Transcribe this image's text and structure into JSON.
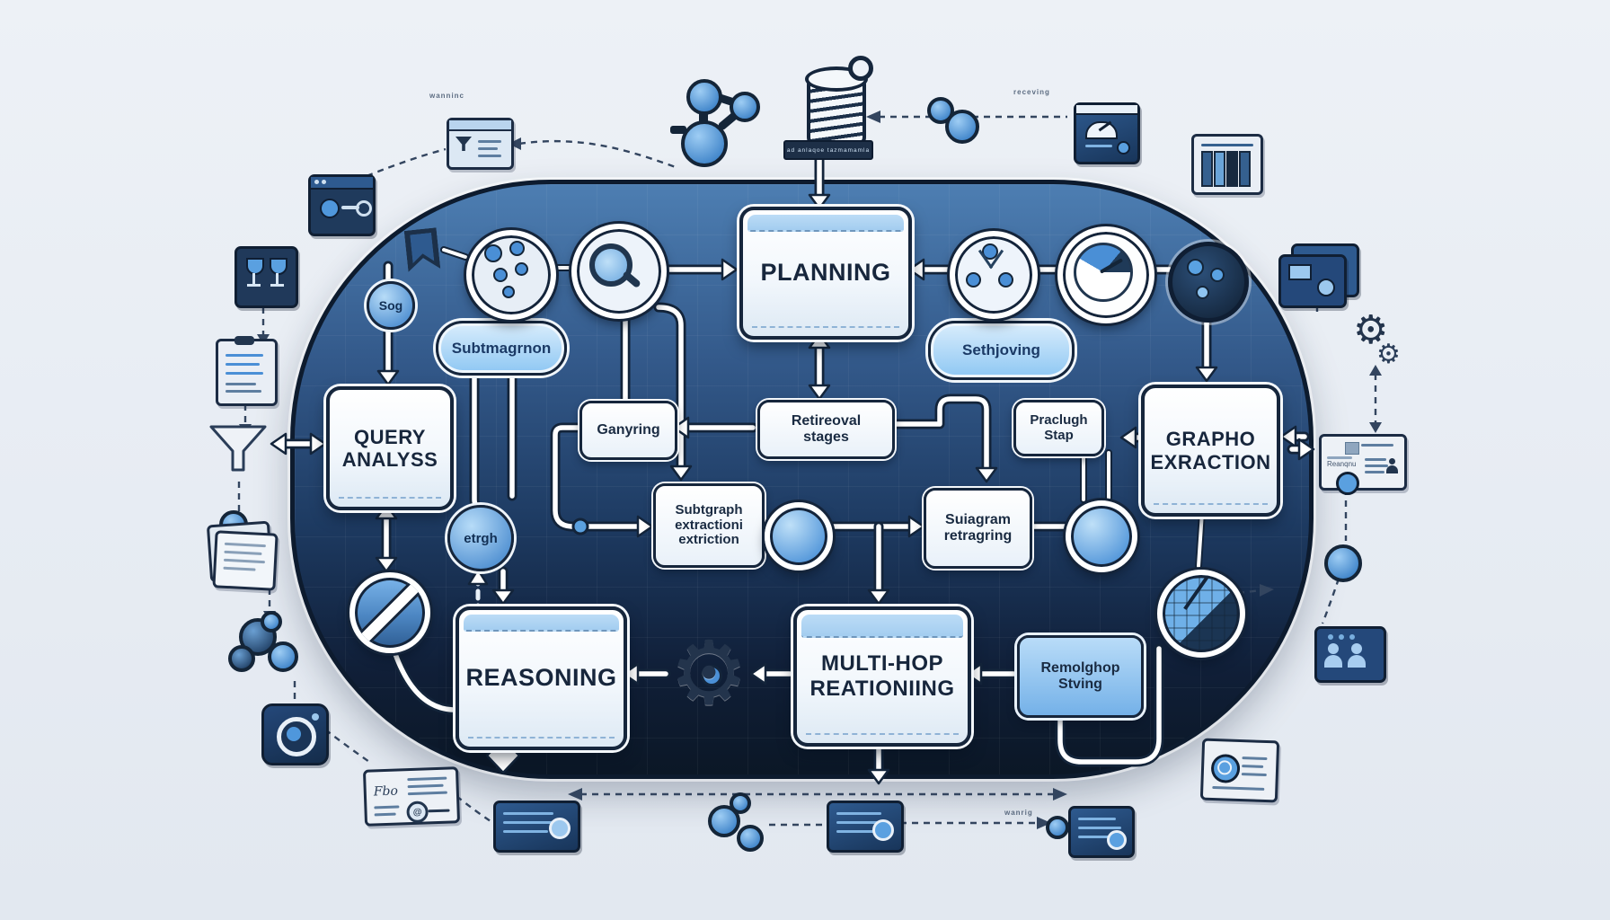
{
  "colors": {
    "page_bg": "#e7ecf3",
    "container_top": "#4d7eb2",
    "container_bottom": "#0b1726",
    "node_border": "#16263c",
    "accent_blue": "#4a8fd6",
    "pill_bg": "#8ec7f3"
  },
  "nodes": {
    "planning": {
      "label": "PLANNING"
    },
    "query": {
      "line1": "QUERY",
      "line2": "ANALYSS"
    },
    "grapho": {
      "line1": "GRAPHO",
      "line2": "EXRACTION"
    },
    "reasoning": {
      "label": "REASONING"
    },
    "multihop": {
      "line1": "MULTI-HOP",
      "line2": "REATIONIING"
    },
    "ganyring": {
      "label": "Ganyring"
    },
    "retireoval": {
      "line1": "Retireoval",
      "line2": "stages"
    },
    "subgraph": {
      "line1": "Subtgraph",
      "line2": "extractioni",
      "line3": "extriction"
    },
    "suiagram": {
      "line1": "Suiagram",
      "line2": "retragring"
    },
    "praclugh": {
      "line1": "Praclugh",
      "line2": "Stap"
    },
    "remolghop": {
      "line1": "Remolghop",
      "line2": "Stving"
    }
  },
  "pills": {
    "subtmagrnon": {
      "label": "Subtmagrnon"
    },
    "sethjoving": {
      "label": "Sethjoving"
    }
  },
  "badges": {
    "sog": {
      "label": "Sog"
    },
    "etrgh": {
      "label": "etrgh"
    }
  },
  "tiny": {
    "top_left": "wanninc",
    "top_right": "receving",
    "plaque": "ad anlaqoe tazmamamla",
    "note_bl": "Fbo",
    "note_right": "Reanqnu",
    "bottom_right": "wanrig"
  },
  "icons": {
    "gear_glyph": "⚙"
  }
}
